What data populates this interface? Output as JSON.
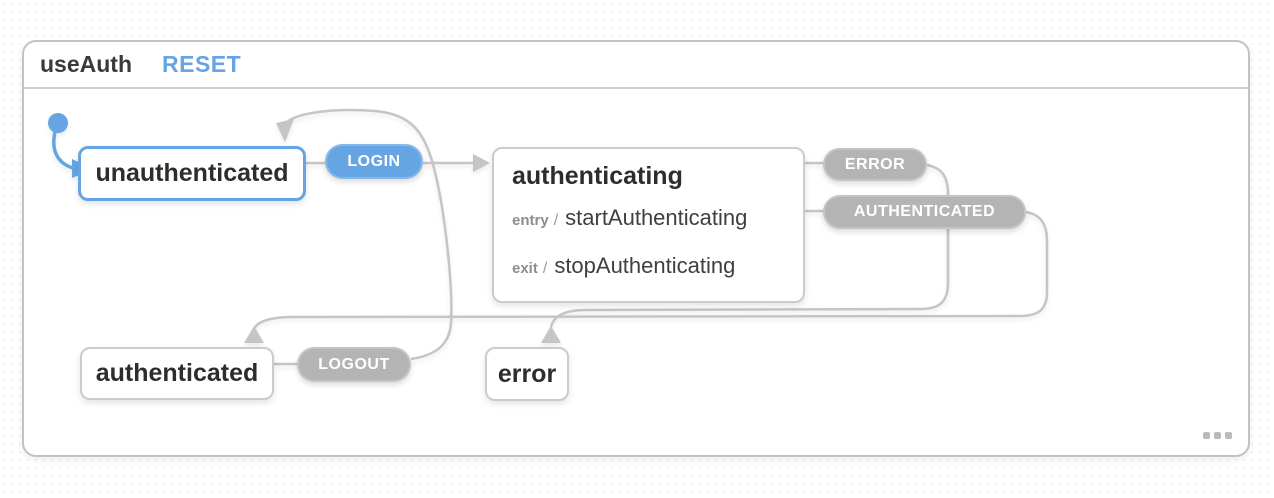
{
  "header": {
    "title": "useAuth",
    "reset_event": "RESET"
  },
  "states": {
    "unauthenticated": {
      "label": "unauthenticated",
      "active": true
    },
    "authenticating": {
      "label": "authenticating",
      "entry": {
        "keyword": "entry",
        "separator": "/",
        "action": "startAuthenticating"
      },
      "exit": {
        "keyword": "exit",
        "separator": "/",
        "action": "stopAuthenticating"
      }
    },
    "authenticated": {
      "label": "authenticated"
    },
    "error": {
      "label": "error"
    }
  },
  "events": {
    "login": {
      "label": "LOGIN",
      "enabled": true
    },
    "error": {
      "label": "ERROR",
      "enabled": false
    },
    "authenticated": {
      "label": "AUTHENTICATED",
      "enabled": false
    },
    "logout": {
      "label": "LOGOUT",
      "enabled": false
    }
  },
  "icons": {
    "initial_state": "initial-state-dot",
    "more_options": "ellipsis-icon"
  },
  "colors": {
    "active_blue": "#66a5e4",
    "disabled_gray": "#b4b4b4",
    "edge_gray": "#c5c5c5"
  }
}
